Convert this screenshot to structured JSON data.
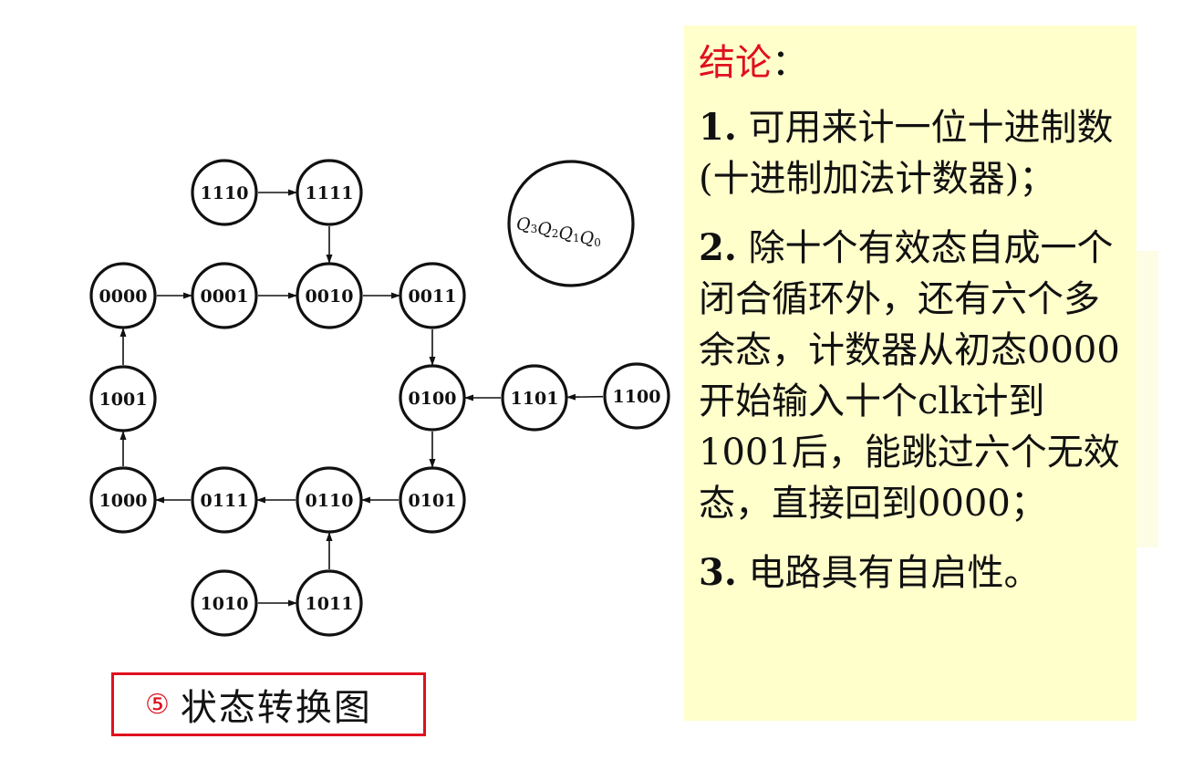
{
  "diagram": {
    "states": [
      {
        "id": "s1110",
        "label": "1110"
      },
      {
        "id": "s1111",
        "label": "1111"
      },
      {
        "id": "s0000",
        "label": "0000"
      },
      {
        "id": "s0001",
        "label": "0001"
      },
      {
        "id": "s0010",
        "label": "0010"
      },
      {
        "id": "s0011",
        "label": "0011"
      },
      {
        "id": "s1001",
        "label": "1001"
      },
      {
        "id": "s0100",
        "label": "0100"
      },
      {
        "id": "s1101",
        "label": "1101"
      },
      {
        "id": "s1100",
        "label": "1100"
      },
      {
        "id": "s1000",
        "label": "1000"
      },
      {
        "id": "s0111",
        "label": "0111"
      },
      {
        "id": "s0110",
        "label": "0110"
      },
      {
        "id": "s0101",
        "label": "0101"
      },
      {
        "id": "s1010",
        "label": "1010"
      },
      {
        "id": "s1011",
        "label": "1011"
      }
    ],
    "transitions": [
      {
        "from": "s1110",
        "to": "s1111"
      },
      {
        "from": "s1111",
        "to": "s0010"
      },
      {
        "from": "s0000",
        "to": "s0001"
      },
      {
        "from": "s0001",
        "to": "s0010"
      },
      {
        "from": "s0010",
        "to": "s0011"
      },
      {
        "from": "s0011",
        "to": "s0100"
      },
      {
        "from": "s0100",
        "to": "s0101"
      },
      {
        "from": "s1101",
        "to": "s0100"
      },
      {
        "from": "s1100",
        "to": "s1101"
      },
      {
        "from": "s0101",
        "to": "s0110"
      },
      {
        "from": "s0110",
        "to": "s0111"
      },
      {
        "from": "s0111",
        "to": "s1000"
      },
      {
        "from": "s1000",
        "to": "s1001"
      },
      {
        "from": "s1001",
        "to": "s0000"
      },
      {
        "from": "s1010",
        "to": "s1011"
      },
      {
        "from": "s1011",
        "to": "s0110"
      }
    ],
    "legend": {
      "vars": [
        {
          "letter": "Q",
          "sub": "3"
        },
        {
          "letter": "Q",
          "sub": "2"
        },
        {
          "letter": "Q",
          "sub": "1"
        },
        {
          "letter": "Q",
          "sub": "0"
        }
      ]
    }
  },
  "caption": {
    "number": "⑤",
    "text": "状态转换图"
  },
  "conclusion": {
    "title": "结论",
    "title_colon": "：",
    "items": [
      {
        "num": "1.",
        "text": "可用来计一位十进制数(十进制加法计数器)；"
      },
      {
        "num": "2.",
        "text": "除十个有效态自成一个闭合循环外，还有六个多余态，计数器从初态0000开始输入十个clk计到1001后，能跳过六个无效态，直接回到0000；"
      },
      {
        "num": "3.",
        "text": "电路具有自启性。"
      }
    ]
  },
  "colors": {
    "accent_red": "#e0101e",
    "panel_bg": "#ffffcc",
    "ink": "#111111"
  }
}
